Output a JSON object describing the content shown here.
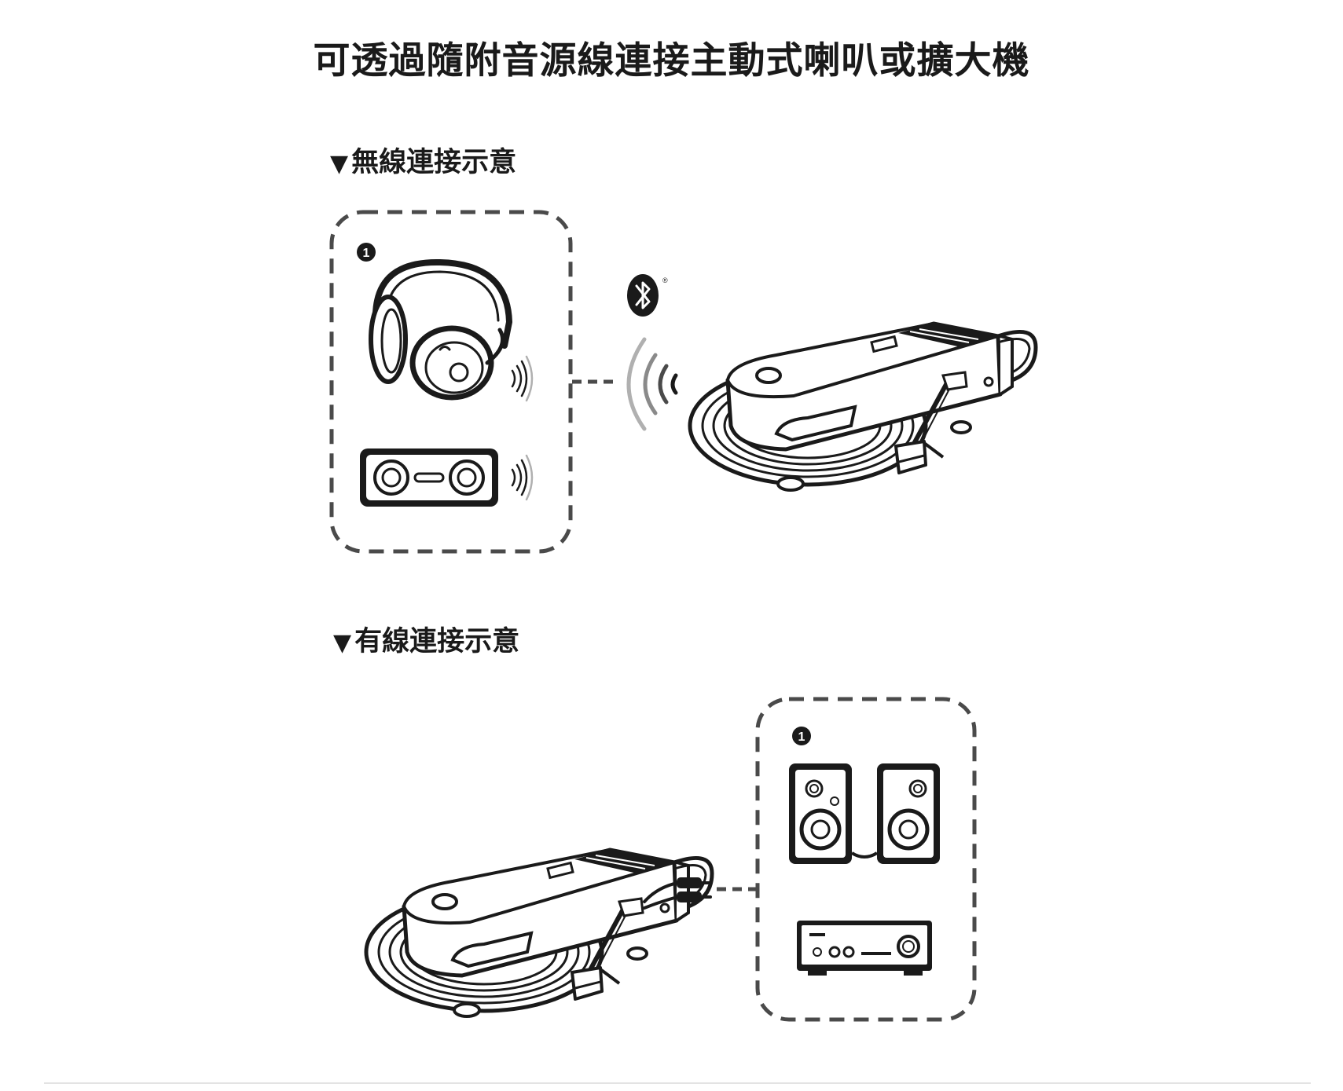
{
  "title": "可透過隨附音源線連接主動式喇叭或擴大機",
  "sections": {
    "wireless": {
      "marker": "▼",
      "label": "無線連接示意",
      "badge": "1"
    },
    "wired": {
      "marker": "▼",
      "label": "有線連接示意",
      "badge": "1"
    }
  },
  "icons": {
    "bluetooth": "bluetooth-icon",
    "registered": "®"
  },
  "colors": {
    "ink": "#1a1a1a",
    "dash": "#4a4a4a",
    "wave_light": "#b0b0b0",
    "divider": "#e3e3e3"
  }
}
